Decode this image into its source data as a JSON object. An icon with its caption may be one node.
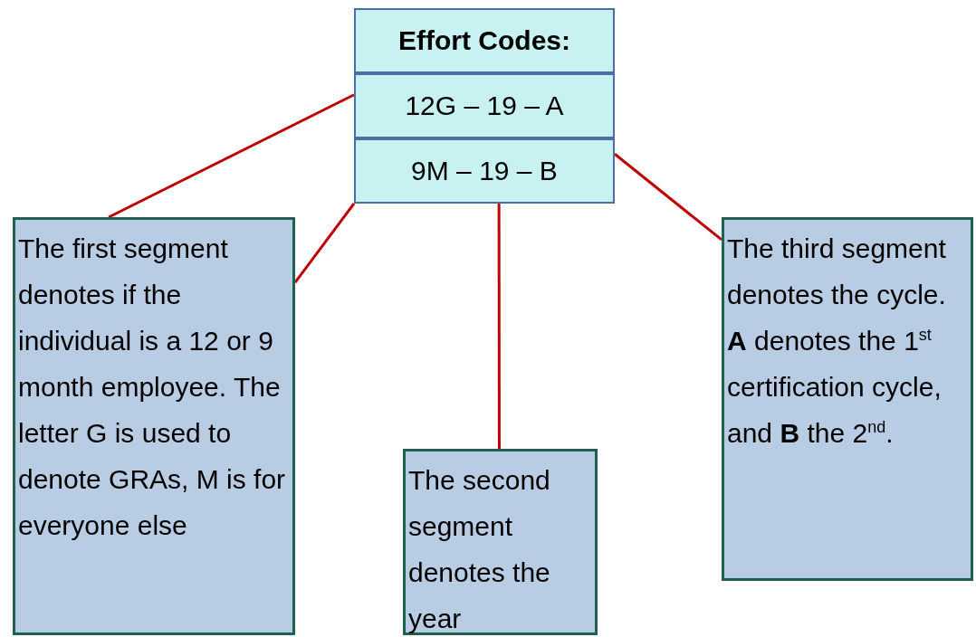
{
  "diagram": {
    "nodes": [
      {
        "text": [
          "Effort Codes:"
        ]
      },
      {
        "text": [
          "12G – 19 – A"
        ]
      },
      {
        "text": [
          "9M – 19 – B"
        ]
      },
      {
        "text": [
          "The first segment denotes if the individual is a 12 or 9 month employee. The letter G is used to denote GRAs, M is for everyone else"
        ]
      },
      {
        "text": [
          "The second segment denotes the year"
        ]
      },
      {
        "text": [
          "The third segment denotes the cycle. **A** denotes the 1$^{st}$ certification cycle, and **B** the 2$^{nd}$."
        ]
      }
    ],
    "edges": [
      {
        "from": 1,
        "to": 3,
        "arrow": "none"
      },
      {
        "from": 2,
        "to": 3,
        "arrow": "none"
      },
      {
        "from": 2,
        "to": 4,
        "arrow": "none"
      },
      {
        "from": 2,
        "to": 5,
        "arrow": "none"
      }
    ]
  }
}
